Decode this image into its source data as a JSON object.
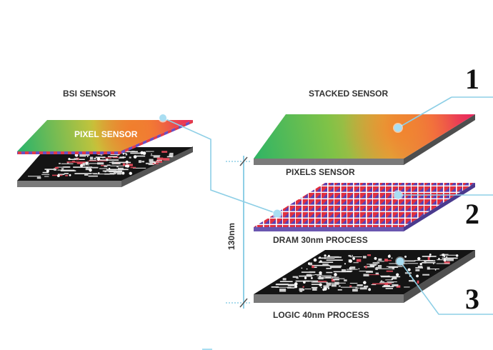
{
  "labels": {
    "bsi_title": "BSI SENSOR",
    "bsi_pixel": "PIXEL SENSOR",
    "stacked_title": "STACKED SENSOR",
    "pixels_sensor": "PIXELS SENSOR",
    "dram": "DRAM 30nm PROCESS",
    "logic": "LOGIC 40nm PROCESS",
    "height": "130nm"
  },
  "numbers": {
    "one": "1",
    "two": "2",
    "three": "3"
  },
  "colors": {
    "callout_line": "#8ecfe6",
    "callout_dot": "#a9def2",
    "slab_side": "#555555",
    "slab_side_light": "#7a7a7a",
    "circuit_base": "#141414",
    "dram_purple": "#5b3fb0",
    "dram_red": "#e03040",
    "label_text": "#333333"
  }
}
